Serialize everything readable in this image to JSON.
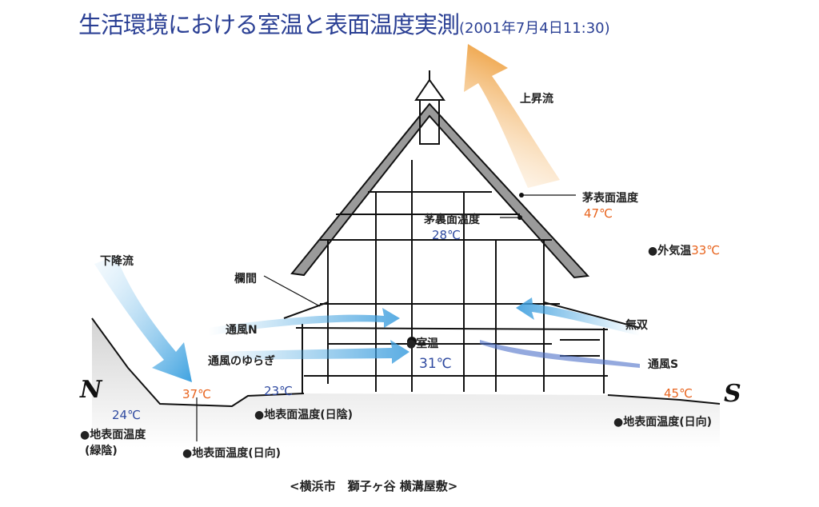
{
  "title": {
    "main": "生活環境における室温と表面温度実測",
    "date": "(2001年7月4日11:30)"
  },
  "flows": {
    "up": "上昇流",
    "down": "下降流"
  },
  "labels": {
    "thatch_surface": "茅表面温度",
    "thatch_surface_temp": "47℃",
    "thatch_back": "茅裏面温度",
    "thatch_back_temp": "28℃",
    "outside": "●外気温",
    "outside_temp": "33℃",
    "ranma": "欄間",
    "wind_n": "通風N",
    "wind_fluct": "通風のゆらぎ",
    "room": "●室温",
    "room_temp": "31℃",
    "muso": "無双",
    "wind_s": "通風S",
    "ground_shade": "●地表面温度(日陰)",
    "ground_shade_temp": "23℃",
    "ground_green": "●地表面温度",
    "ground_green2": "(緑陰)",
    "ground_green_temp": "24℃",
    "ground_sun_n": "●地表面温度(日向)",
    "ground_sun_n_temp": "37℃",
    "ground_sun_s": "●地表面温度(日向)",
    "ground_sun_s_temp": "45℃"
  },
  "compass": {
    "north": "N",
    "south": "S"
  },
  "caption": "<横浜市　獅子ヶ谷 横溝屋敷>",
  "colors": {
    "title": "#2a3f94",
    "warm": "#e8641e",
    "cool": "#2f4aa0",
    "wind": "#4aa8e0",
    "updraft": "#f0a848"
  }
}
